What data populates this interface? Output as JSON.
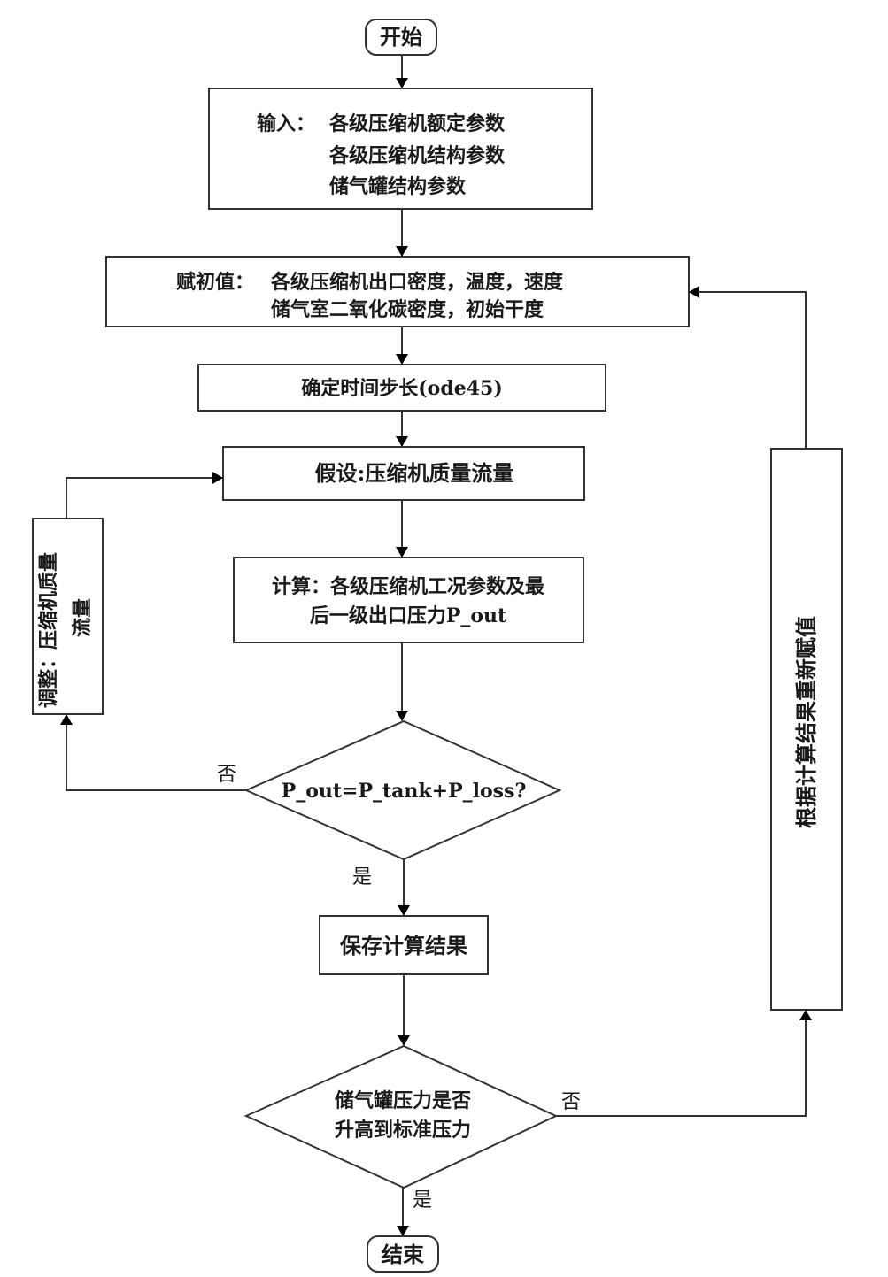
{
  "flowchart": {
    "start": "开始",
    "input": {
      "label": "输入：",
      "lines": [
        "各级压缩机额定参数",
        "各级压缩机结构参数",
        "储气罐结构参数"
      ]
    },
    "init": {
      "label": "赋初值：",
      "lines": [
        "各级压缩机出口密度，温度，速度",
        "储气室二氧化碳密度，初始干度"
      ]
    },
    "timestep": "确定时间步长(ode45)",
    "assume": "假设:压缩机质量流量",
    "compute": {
      "lines": [
        "计算：各级压缩机工况参数及最",
        "后一级出口压力P_out"
      ]
    },
    "decision1": "P_out=P_tank+P_loss?",
    "adjust": {
      "lines": [
        "调整：压缩机质量",
        "流量"
      ]
    },
    "save": "保存计算结果",
    "decision2": {
      "lines": [
        "储气罐压力是否",
        "升高到标准压力"
      ]
    },
    "reassign": "根据计算结果重新赋值",
    "end": "结束",
    "labels": {
      "no": "否",
      "yes": "是"
    }
  }
}
